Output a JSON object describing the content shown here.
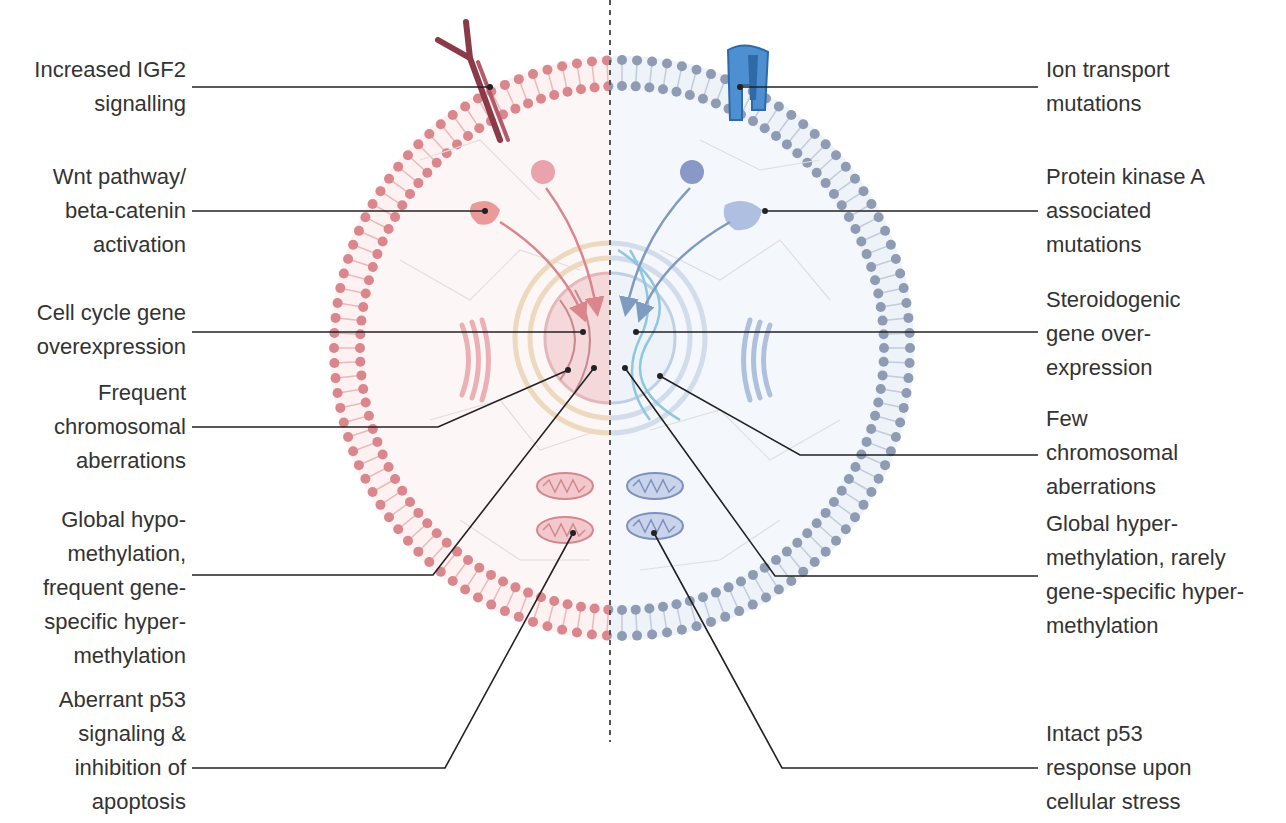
{
  "diagram": {
    "labels": [
      "Increased IGF2 signalling",
      "Ion transport mutations",
      "Wnt pathway/ beta-catenin activation",
      "Protein kinase A associated mutations",
      "Cell cycle gene overexpression",
      "Steroidogenic gene over-expression",
      "Frequent chromosomal aberrations",
      "Few chromosomal aberrations",
      "Global hypo-methylation, frequent gene-specific hyper-methylation",
      "Global hyper-methylation, rarely gene-specific hyper-methylation",
      "Aberrant p53 signaling & inhibition of apoptosis",
      "Intact p53 response upon cellular stress"
    ]
  }
}
